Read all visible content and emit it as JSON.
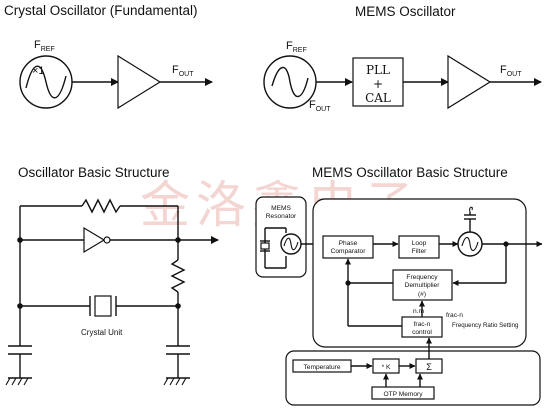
{
  "watermark": "金洛鑫电子",
  "crystal_section": {
    "title": "Crystal Oscillator (Fundamental)",
    "osc_label": "×1",
    "fref": "F",
    "fref_sub": "REF",
    "fout": "F",
    "fout_sub": "OUT"
  },
  "mems_section": {
    "title": "MEMS Oscillator",
    "fref": "F",
    "fref_sub": "REF",
    "fout_left": "F",
    "fout_left_sub": "OUT",
    "pll_line1": "PLL",
    "pll_line2": "+",
    "pll_line3": "CAL",
    "fout": "F",
    "fout_sub": "OUT"
  },
  "basic_section": {
    "title": "Oscillator Basic Structure",
    "crystal_unit": "Crystal Unit"
  },
  "mems_basic_section": {
    "title": "MEMS Oscillator Basic Structure",
    "resonator_line1": "MEMS",
    "resonator_line2": "Resonator",
    "phase_line1": "Phase",
    "phase_line2": "Comparator",
    "loop_line1": "Loop",
    "loop_line2": "Filter",
    "freq_line1": "Frequency",
    "freq_line2": "Demultiplier",
    "freq_line3": "(#)",
    "nm": "n.m",
    "fracn_line1": "frac-n",
    "fracn_line2": "control",
    "fracn_side": "frac-n",
    "ratio_setting": "Frequency Ratio Setting",
    "temperature": "Temperature",
    "k": "* K",
    "sigma": "Σ",
    "otp": "OTP Memory"
  }
}
